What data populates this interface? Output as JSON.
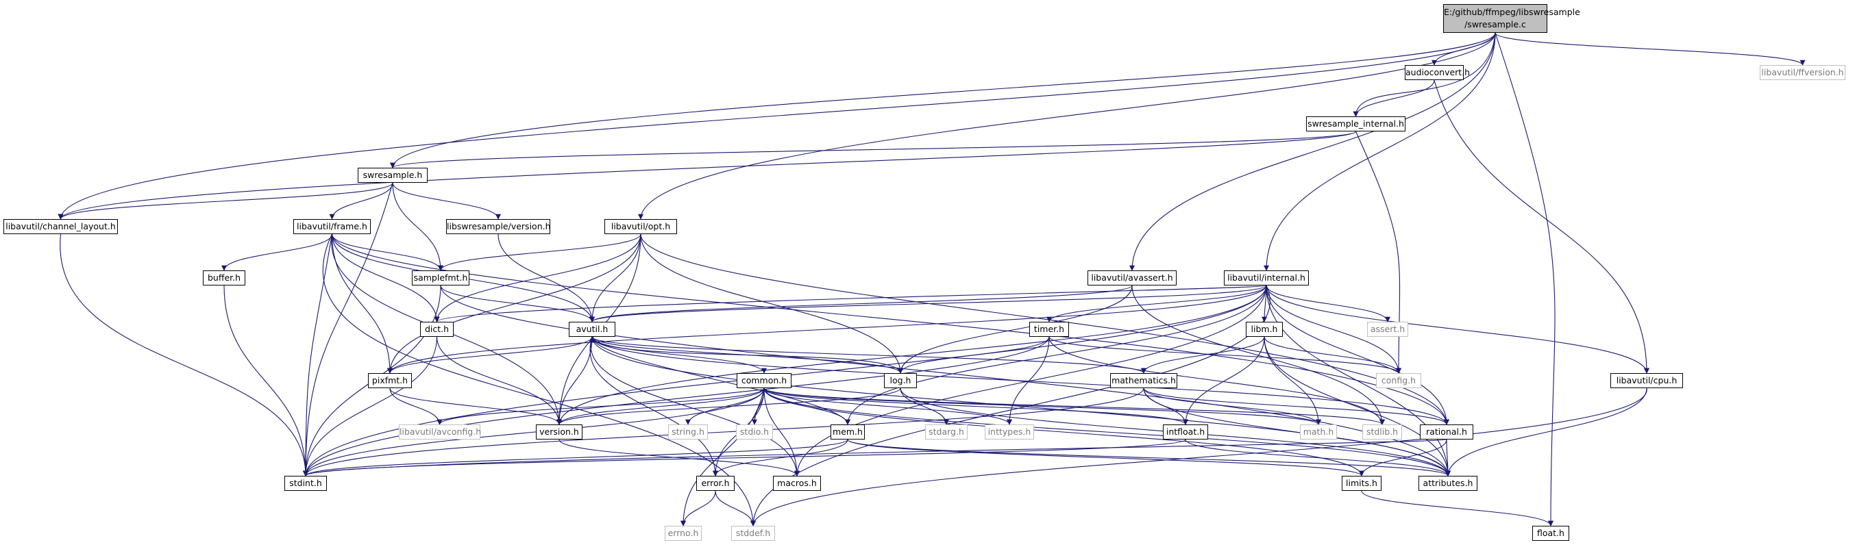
{
  "graph": {
    "root": {
      "line1": "E:/github/ffmpeg/libswresample",
      "line2": "/swresample.c"
    },
    "nodes": {
      "audioconvert": "audioconvert.h",
      "ffversion": "libavutil/ffversion.h",
      "swr_internal": "swresample_internal.h",
      "swresample_h": "swresample.h",
      "channel_layout": "libavutil/channel_layout.h",
      "frame": "libavutil/frame.h",
      "swr_version": "libswresample/version.h",
      "opt": "libavutil/opt.h",
      "buffer": "buffer.h",
      "samplefmt": "samplefmt.h",
      "avassert": "libavutil/avassert.h",
      "internal": "libavutil/internal.h",
      "dict": "dict.h",
      "avutil": "avutil.h",
      "timer": "timer.h",
      "libm": "libm.h",
      "assert": "assert.h",
      "pixfmt": "pixfmt.h",
      "log": "log.h",
      "mathematics": "mathematics.h",
      "config": "config.h",
      "cpu": "libavutil/cpu.h",
      "common": "common.h",
      "avconfig": "libavutil/avconfig.h",
      "version": "version.h",
      "string": "string.h",
      "stdio": "stdio.h",
      "mem": "mem.h",
      "stdarg": "stdarg.h",
      "inttypes": "inttypes.h",
      "intfloat": "intfloat.h",
      "math": "math.h",
      "stdlib": "stdlib.h",
      "rational": "rational.h",
      "stdint": "stdint.h",
      "error": "error.h",
      "macros": "macros.h",
      "limits": "limits.h",
      "attributes": "attributes.h",
      "errno": "errno.h",
      "stddef": "stddef.h",
      "float": "float.h"
    },
    "colors": {
      "edge": "#191970",
      "root_fill": "#bfbfbf",
      "ext_border": "#bfbfbf"
    }
  }
}
